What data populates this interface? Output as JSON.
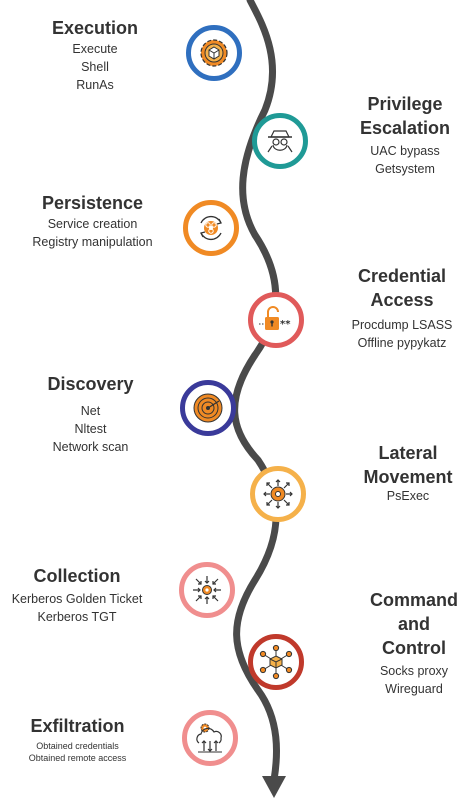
{
  "stages": [
    {
      "title": "Execution",
      "items": [
        "Execute",
        "Shell",
        "RunAs"
      ],
      "color": "#2f6fbf",
      "icon": "gear-cube-icon"
    },
    {
      "title": "Privilege Escalation",
      "title_lines": [
        "Privilege",
        "Escalation"
      ],
      "items": [
        "UAC bypass",
        "Getsystem"
      ],
      "color": "#1f9a96",
      "icon": "spy-icon"
    },
    {
      "title": "Persistence",
      "items": [
        "Service creation",
        "Registry manipulation"
      ],
      "color": "#f08a24",
      "icon": "cycle-hazard-icon"
    },
    {
      "title": "Credential Access",
      "title_lines": [
        "Credential",
        "Access"
      ],
      "items": [
        "Procdump LSASS",
        "Offline pypykatz"
      ],
      "color": "#e05a5a",
      "icon": "unlocked-password-icon"
    },
    {
      "title": "Discovery",
      "items": [
        "Net",
        "Nltest",
        "Network scan"
      ],
      "color": "#3a3a9a",
      "icon": "radar-icon"
    },
    {
      "title": "Lateral Movement",
      "title_lines": [
        "Lateral",
        "Movement"
      ],
      "items": [
        "PsExec"
      ],
      "color": "#f5b14a",
      "icon": "spread-arrows-icon"
    },
    {
      "title": "Collection",
      "items": [
        "Kerberos Golden Ticket",
        "Kerberos TGT"
      ],
      "color": "#f08e8e",
      "icon": "converge-arrows-icon"
    },
    {
      "title": "Command and Control",
      "title_lines": [
        "Command",
        "and",
        "Control"
      ],
      "items": [
        "Socks proxy",
        "Wireguard"
      ],
      "color": "#c0392b",
      "icon": "network-cube-icon"
    },
    {
      "title": "Exfiltration",
      "items": [
        "Obtained credentials",
        "Obtained remote access"
      ],
      "color": "#f08e8e",
      "icon": "cloud-transfer-icon"
    }
  ],
  "colors": {
    "path": "#4a4a4a",
    "icon_dark": "#333333",
    "icon_orange": "#f08a24"
  }
}
